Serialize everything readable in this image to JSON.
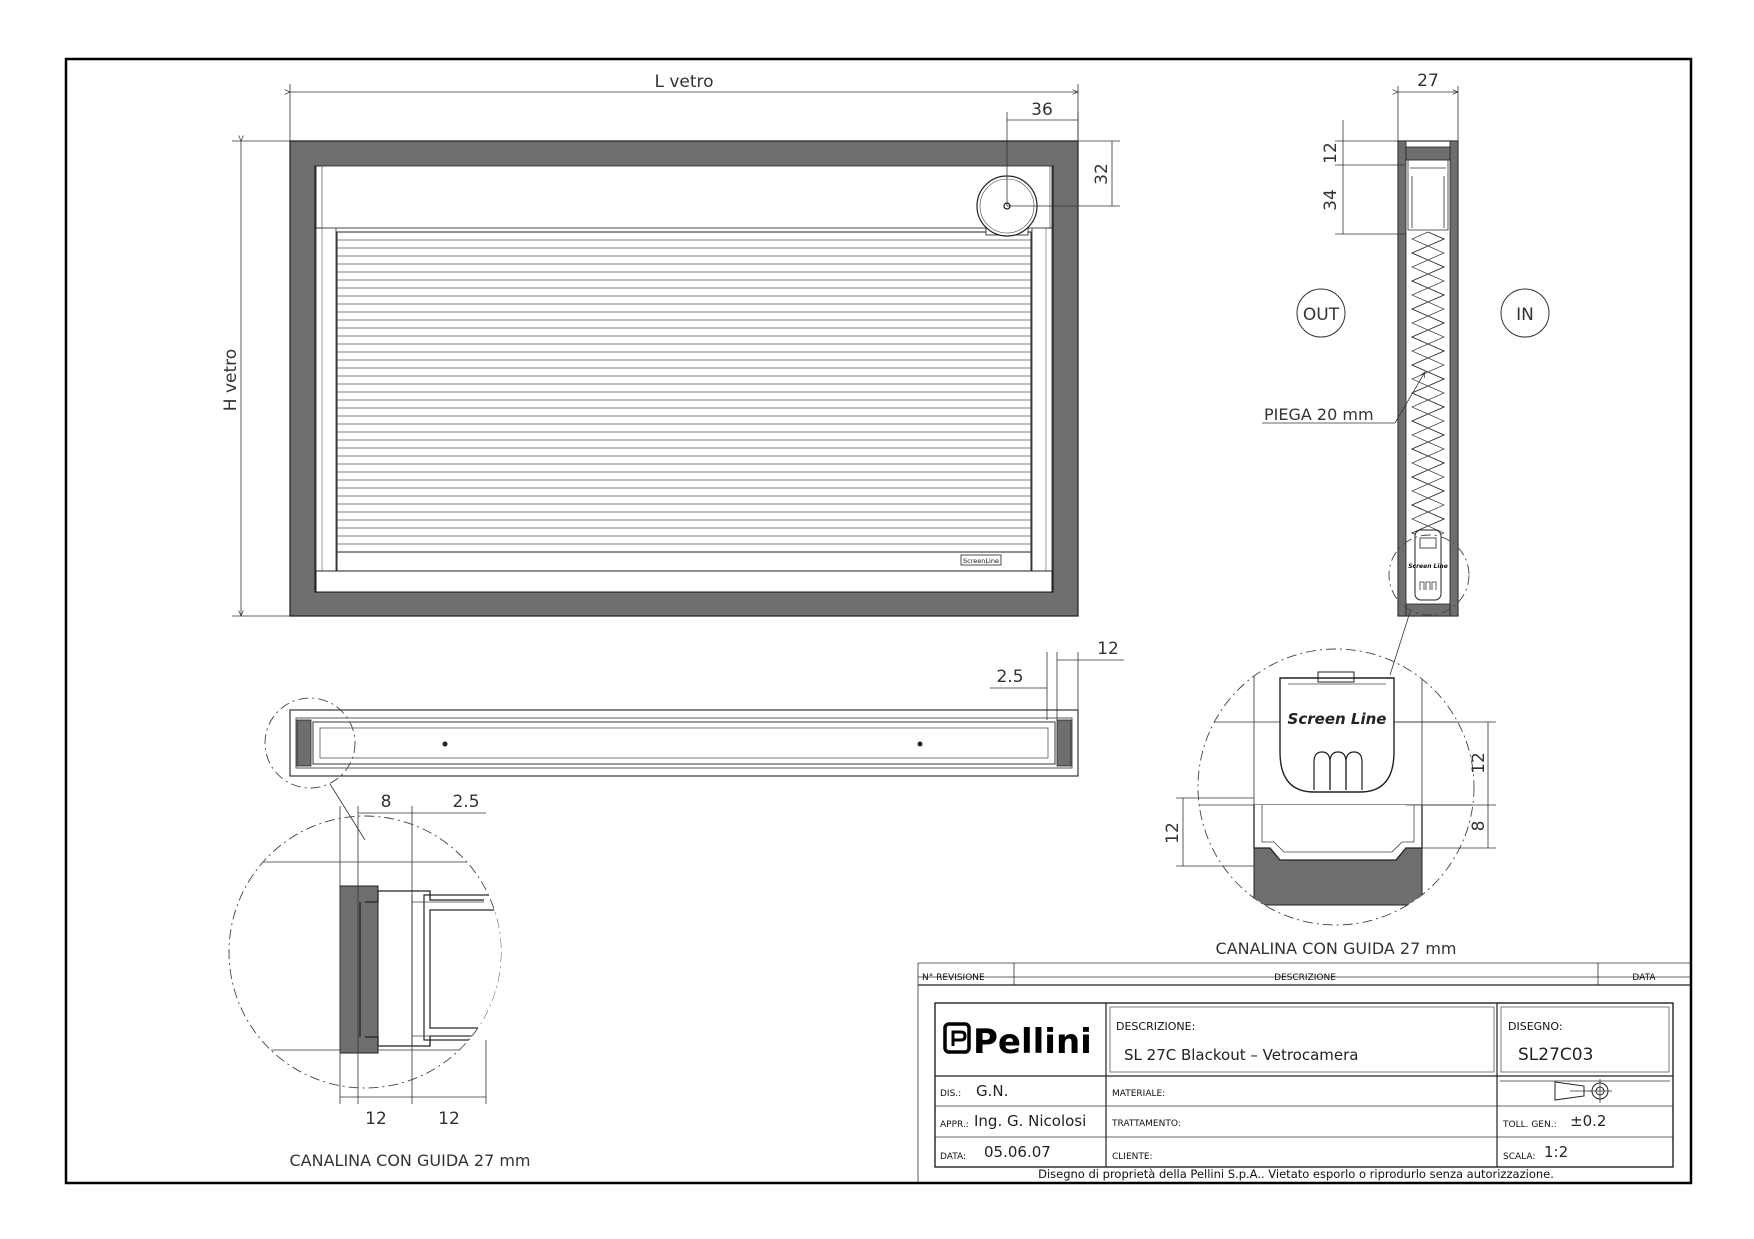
{
  "drawing": {
    "front_view": {
      "width_label": "L  vetro",
      "height_label": "H  vetro",
      "dim_36": "36",
      "dim_32": "32",
      "product_badge": "ScreenLine"
    },
    "section_view": {
      "dim_27": "27",
      "dim_12": "12",
      "dim_34": "34",
      "out_label": "OUT",
      "in_label": "IN",
      "fold_label": "PIEGA 20 mm"
    },
    "top_view": {
      "dim_12": "12",
      "dim_2_5": "2.5"
    },
    "detail_left": {
      "dim_8": "8",
      "dim_2_5": "2.5",
      "dim_12_a": "12",
      "dim_12_b": "12",
      "caption": "CANALINA CON GUIDA 27 mm"
    },
    "detail_right": {
      "brand_text": "Screen Line",
      "dim_12_right": "12",
      "dim_8_right": "8",
      "dim_12_left": "12",
      "caption": "CANALINA CON GUIDA 27 mm"
    }
  },
  "title_block": {
    "revision_header": {
      "n_revisione": "N° REVISIONE",
      "descrizione": "DESCRIZIONE",
      "data": "DATA"
    },
    "logo_text": "Pellini",
    "descrizione_label": "DESCRIZIONE:",
    "descrizione_value": "SL  27C  Blackout  –  Vetrocamera",
    "disegno_label": "DISEGNO:",
    "disegno_value": "SL27C03",
    "dis_label": "DIS.:",
    "dis_value": "G.N.",
    "appr_label": "APPR.:",
    "appr_value": "Ing.  G.  Nicolosi",
    "data_label": "DATA:",
    "data_value": "05.06.07",
    "materiale_label": "MATERIALE:",
    "trattamento_label": "TRATTAMENTO:",
    "cliente_label": "CLIENTE:",
    "toll_label": "TOLL. GEN.:",
    "toll_value": "±0.2",
    "scala_label": "SCALA:",
    "scala_value": "1:2",
    "footer": "Disegno  di  proprietà  della  Pellini  S.p.A..  Vietato  esporlo  o  riprodurlo  senza  autorizzazione."
  }
}
